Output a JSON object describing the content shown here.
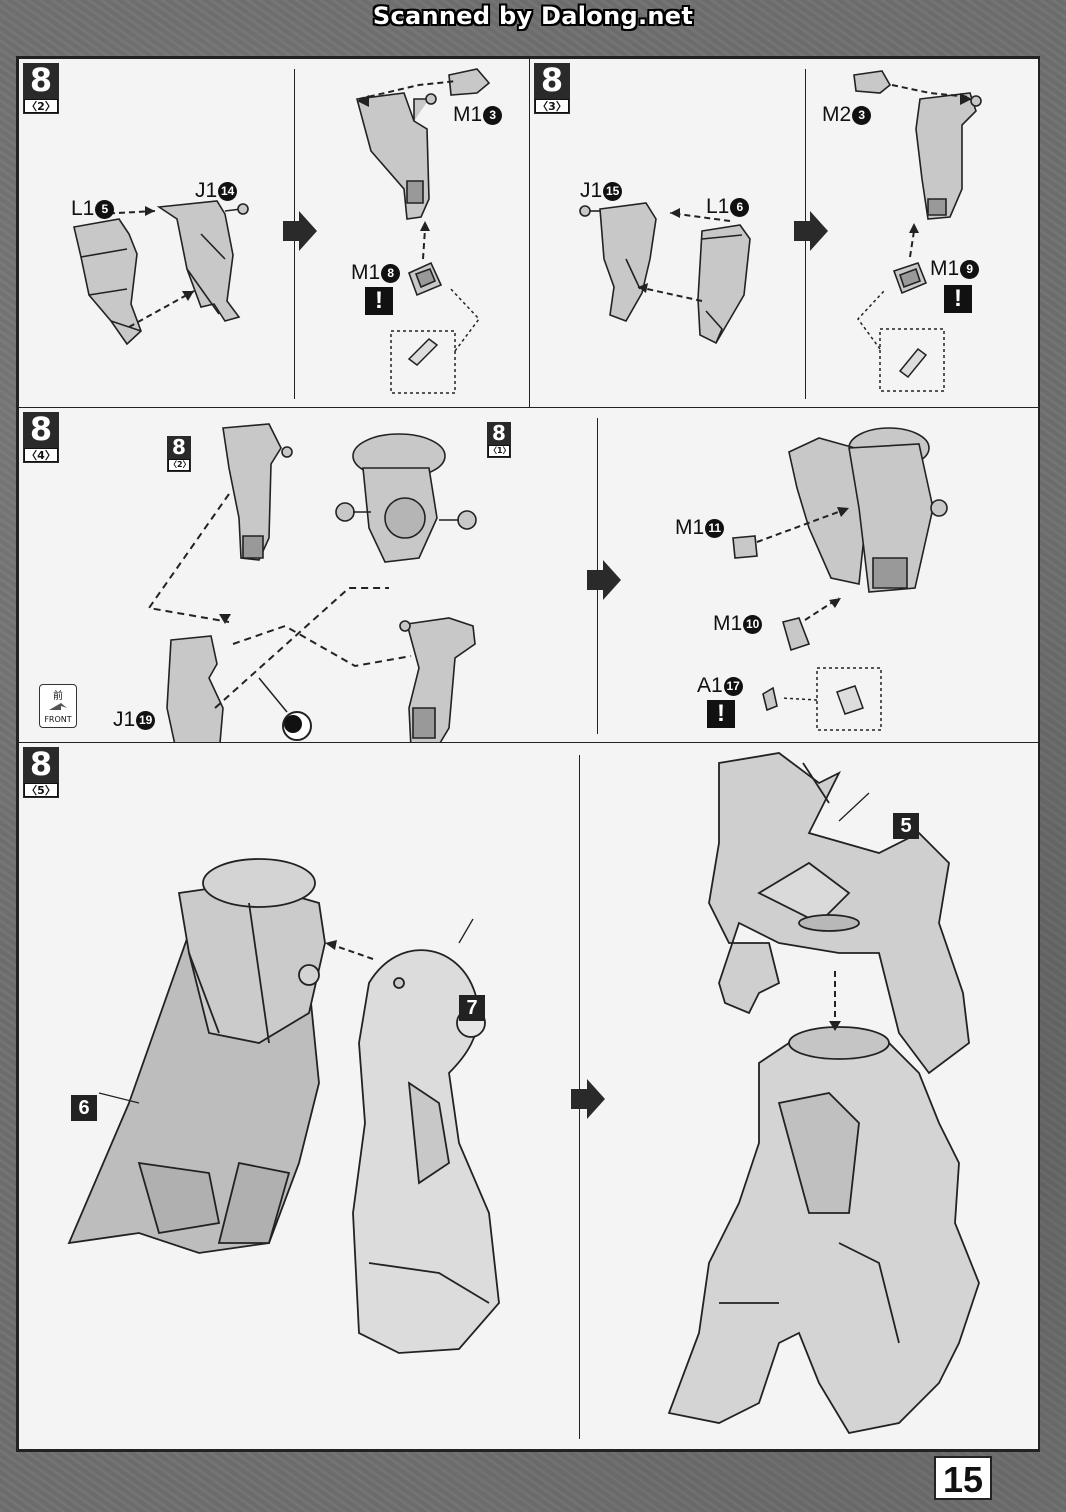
{
  "watermark": "Scanned by Dalong.net",
  "page_number": "15",
  "steps": {
    "s82": {
      "num": "8",
      "sub": "〈2〉",
      "labels": {
        "l1": "L1",
        "l1n": "5",
        "j1": "J1",
        "j1n": "14",
        "m1a": "M1",
        "m1an": "3",
        "m1b": "M1",
        "m1bn": "8"
      }
    },
    "s83": {
      "num": "8",
      "sub": "〈3〉",
      "labels": {
        "m2": "M2",
        "m2n": "3",
        "j1": "J1",
        "j1n": "15",
        "l1": "L1",
        "l1n": "6",
        "m1": "M1",
        "m1n": "9"
      }
    },
    "s84": {
      "num": "8",
      "sub": "〈4〉",
      "ref_a": {
        "num": "8",
        "sub": "〈2〉"
      },
      "ref_b": {
        "num": "8",
        "sub": "〈1〉"
      },
      "labels": {
        "j1": "J1",
        "j1n": "19",
        "m1a": "M1",
        "m1an": "11",
        "m1b": "M1",
        "m1bn": "10",
        "a1": "A1",
        "a1n": "17"
      },
      "front": {
        "kanji": "前",
        "text": "FRONT"
      }
    },
    "s85": {
      "num": "8",
      "sub": "〈5〉",
      "callouts": {
        "c6": "6",
        "c7": "7",
        "c5": "5"
      }
    }
  },
  "warning_glyph": "!"
}
